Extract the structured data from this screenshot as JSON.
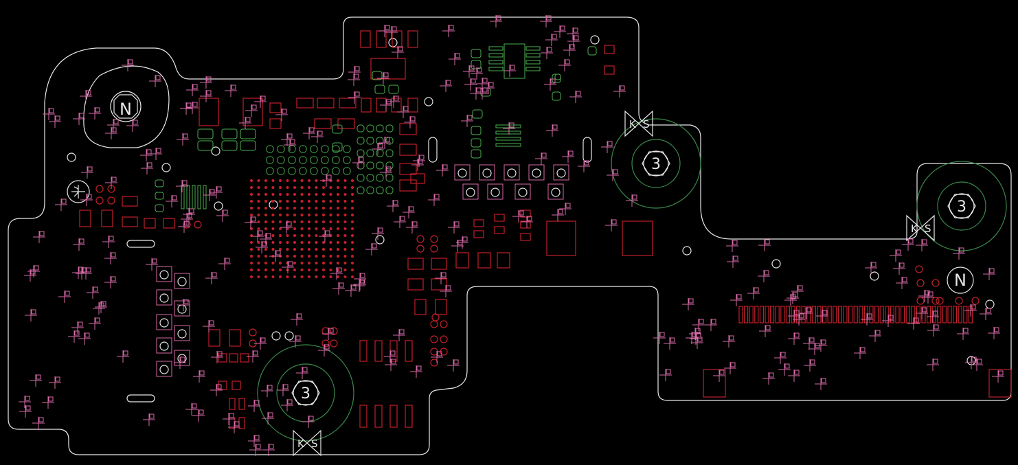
{
  "view": "pcb-layout",
  "colors": {
    "background": "#000000",
    "board_outline": "#e8e8e8",
    "copper_pad": "#c0202a",
    "silkscreen": "#4caf50",
    "test_point": "#d96aa8"
  },
  "mounting_holes": [
    {
      "screw_label": "3",
      "left_mark": "K",
      "right_mark": "S"
    },
    {
      "screw_label": "3",
      "left_mark": "K",
      "right_mark": "S"
    },
    {
      "screw_label": "3",
      "left_mark": "K",
      "right_mark": "S"
    }
  ],
  "standoff_label": "N",
  "connector_pin_count": 45,
  "bga_grid": {
    "rows": 15,
    "cols": 15
  }
}
